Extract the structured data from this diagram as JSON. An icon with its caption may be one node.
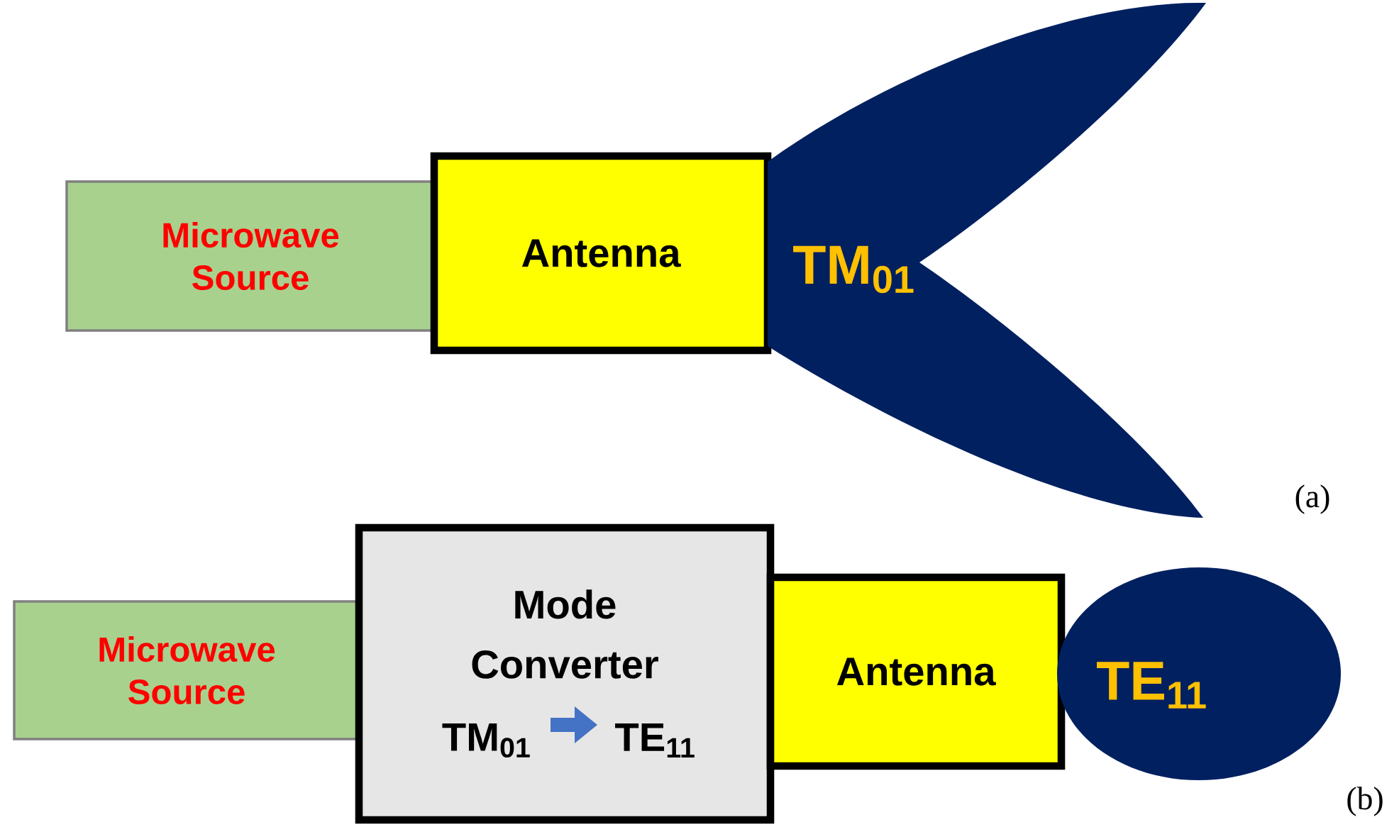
{
  "diagram": {
    "nodes": [
      {
        "text": [
          "Microwave Source"
        ]
      },
      {
        "text": [
          "Antenna"
        ]
      },
      {
        "text": [
          "TM$_{01}$"
        ]
      },
      {
        "text": [
          "Microwave Source"
        ]
      },
      {
        "text": [
          "Mode Converter",
          "TM$_{01}$",
          "TE$_{11}$"
        ]
      },
      {
        "text": [
          "Antenna"
        ]
      },
      {
        "text": [
          "TE$_{11}$"
        ]
      }
    ],
    "edges": [],
    "labels": [
      "(a)",
      "(b)"
    ]
  }
}
